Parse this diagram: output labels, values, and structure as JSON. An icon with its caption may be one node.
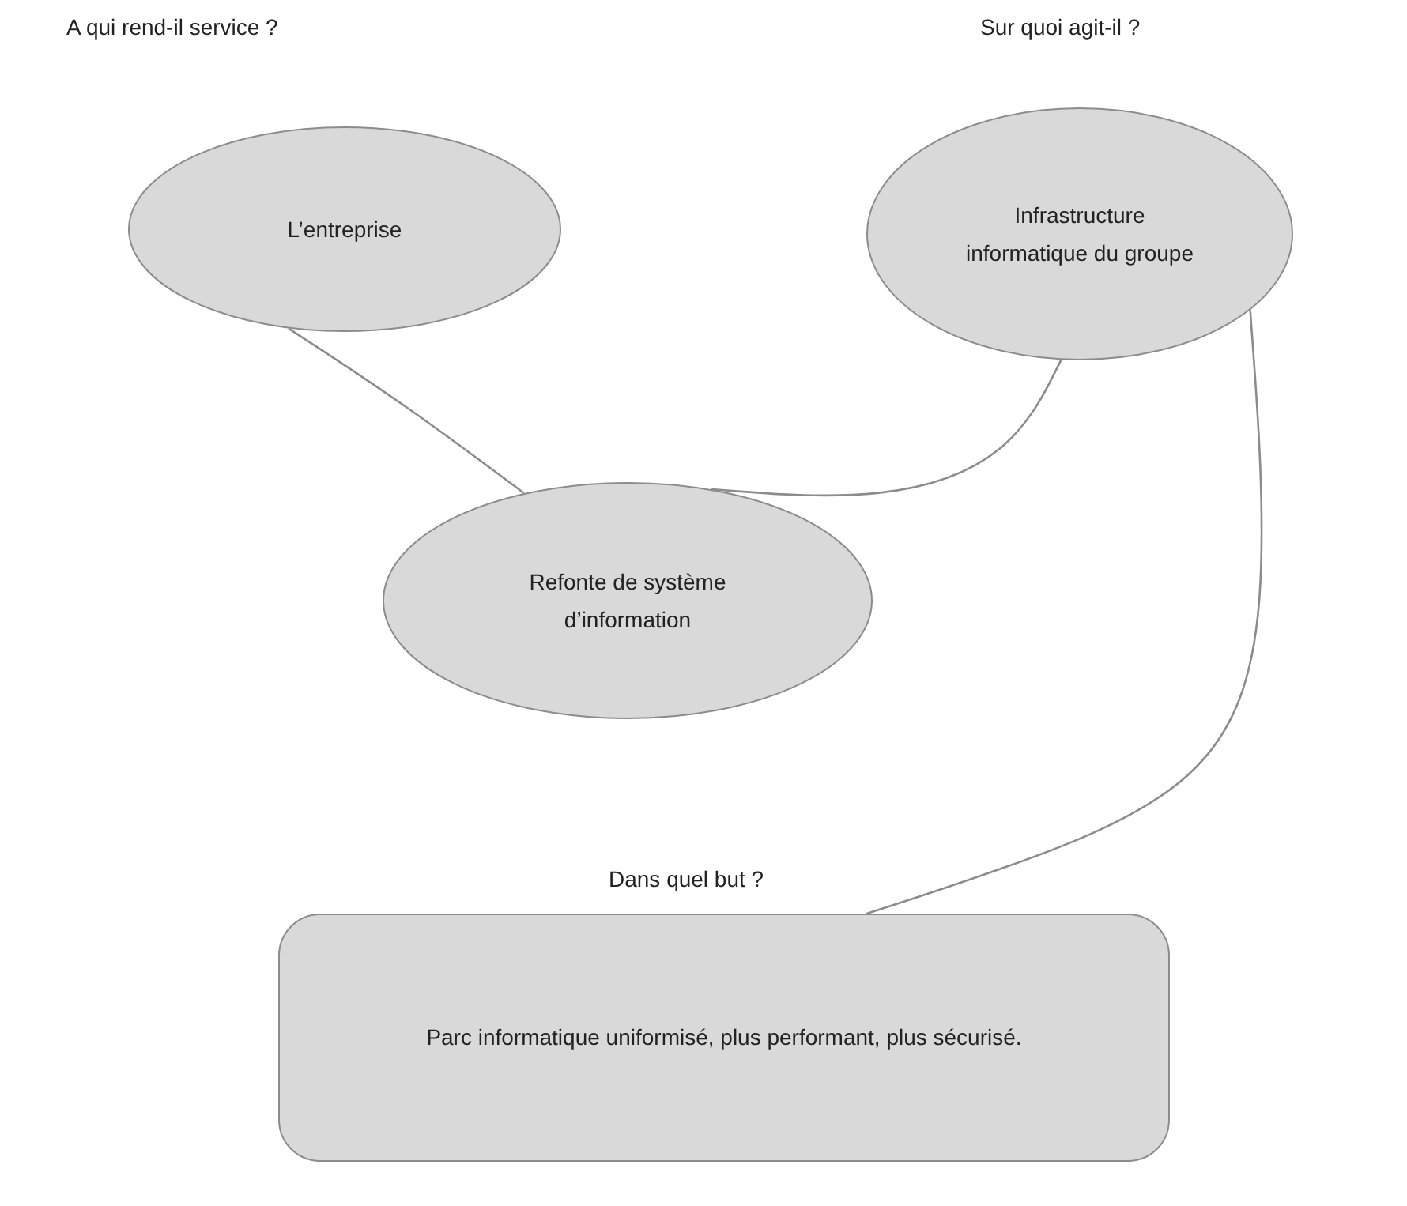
{
  "diagram": {
    "nodes": [
      {
        "text": [
          "L’entreprise"
        ]
      },
      {
        "text": [
          "Infrastructure informatique du groupe"
        ]
      },
      {
        "text": [
          "Refonte de système d’information"
        ]
      },
      {
        "text": [
          "Parc informatique uniformisé, plus performant, plus sécurisé."
        ]
      }
    ],
    "edges": [
      {
        "from": 0,
        "to": 2,
        "arrow": "none"
      },
      {
        "from": 2,
        "to": 1,
        "arrow": "none"
      },
      {
        "from": 1,
        "to": 3,
        "arrow": "none"
      }
    ],
    "labels": [
      "A qui rend-il service ?",
      "Sur quoi agit-il ?",
      "Dans quel but ?"
    ]
  }
}
